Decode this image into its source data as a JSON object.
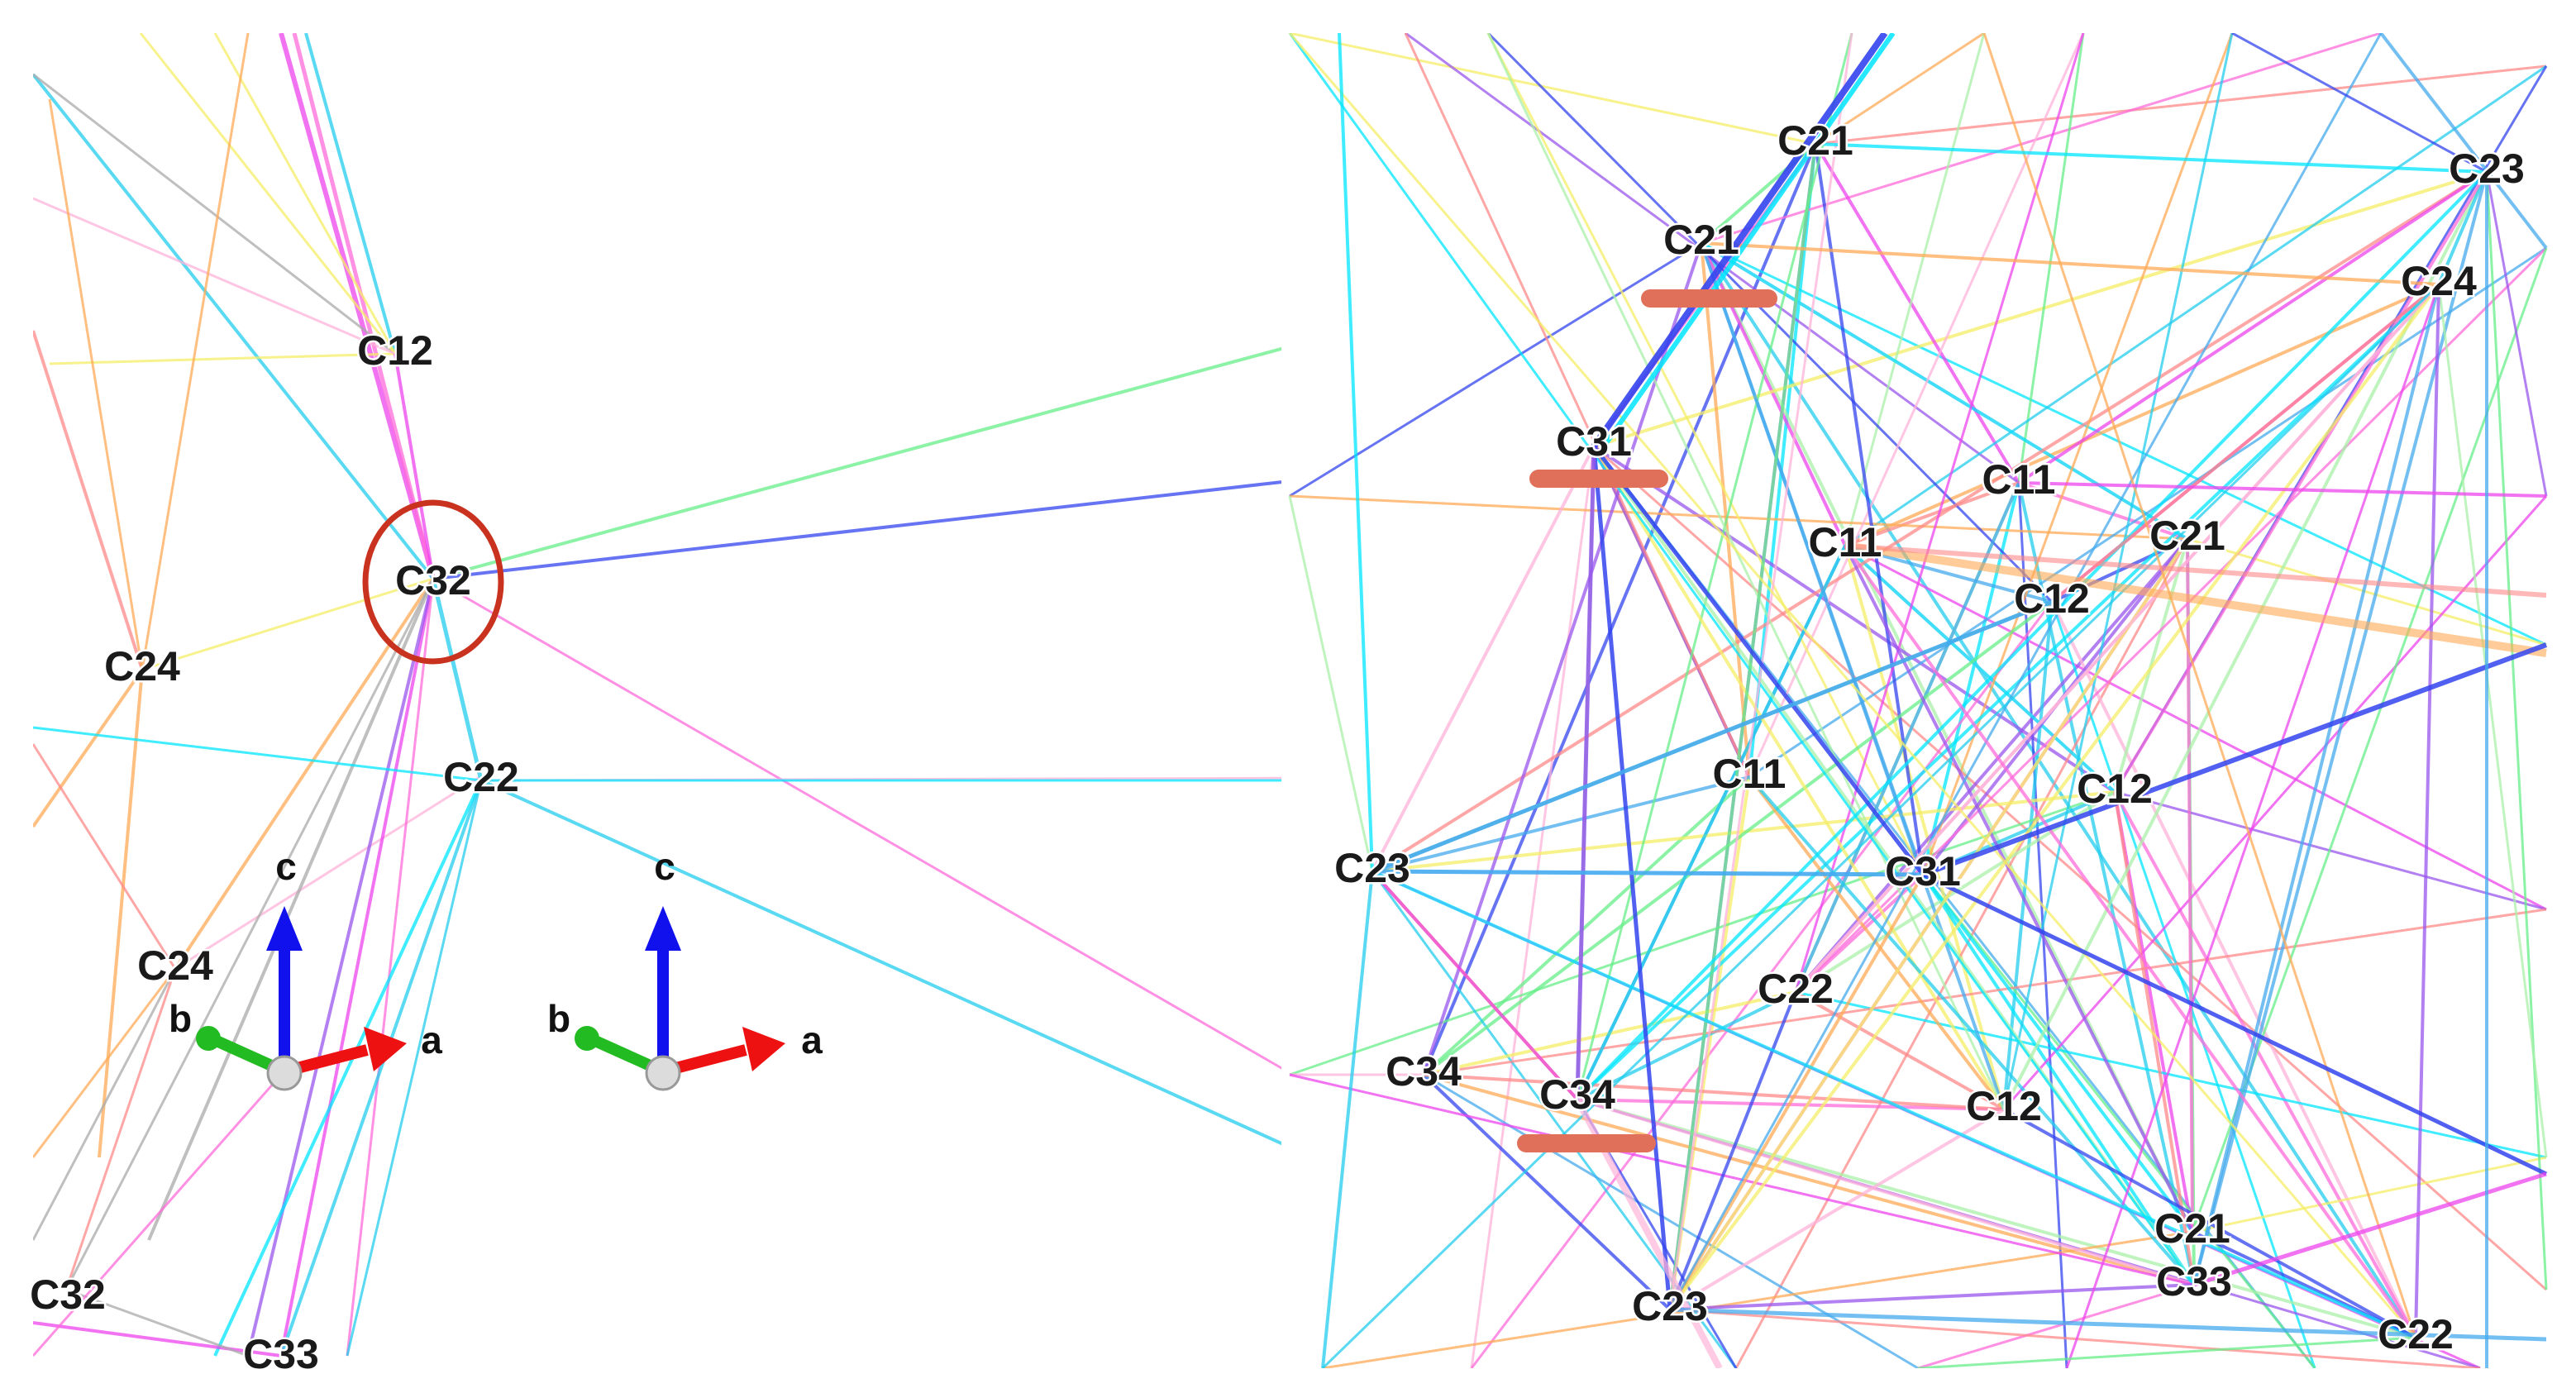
{
  "atom_labels": {
    "left_c12": "C12",
    "left_c32": "C32",
    "left_c24_top": "C24",
    "left_c22": "C22",
    "left_c24_bottom": "C24",
    "left_c32_bottom": "C32",
    "left_c33": "C33",
    "right_c21_top": "C21",
    "right_c23_topright": "C23",
    "right_c21_marked": "C21",
    "right_c24": "C24",
    "right_c31_marked": "C31",
    "right_c11_a": "C11",
    "right_c11_b": "C11",
    "right_c21_mid": "C21",
    "right_c12_a": "C12",
    "right_c11_c": "C11",
    "right_c12_b": "C12",
    "right_c23_left": "C23",
    "right_c31_center": "C31",
    "right_c22": "C22",
    "right_c34_a": "C34",
    "right_c34_marked": "C34",
    "right_c12_c": "C12",
    "right_c21_bottom": "C21",
    "right_c33": "C33",
    "right_c23_bottom": "C23",
    "right_c22_bottom": "C22"
  },
  "axes": {
    "a_label": "a",
    "b_label": "b",
    "c_label": "c"
  },
  "colors": {
    "highlight_circle": "#c8321e",
    "marker_bar": "#e0705a",
    "axis_a": "#ee1111",
    "axis_b": "#22bb22",
    "axis_c": "#1111ee"
  }
}
